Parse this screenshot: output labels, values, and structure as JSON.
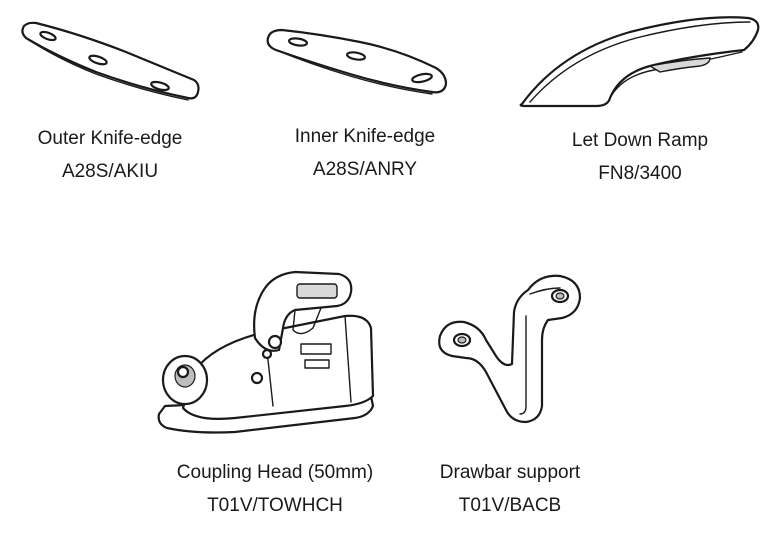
{
  "parts": [
    {
      "name": "Outer Knife-edge",
      "code": "A28S/AKIU",
      "icon": "outer-knife-edge"
    },
    {
      "name": "Inner Knife-edge",
      "code": "A28S/ANRY",
      "icon": "inner-knife-edge"
    },
    {
      "name": "Let Down Ramp",
      "code": "FN8/3400",
      "icon": "let-down-ramp"
    },
    {
      "name": "Coupling Head (50mm)",
      "code": "T01V/TOWHCH",
      "icon": "coupling-head"
    },
    {
      "name": "Drawbar support",
      "code": "T01V/BACB",
      "icon": "drawbar-support"
    }
  ]
}
